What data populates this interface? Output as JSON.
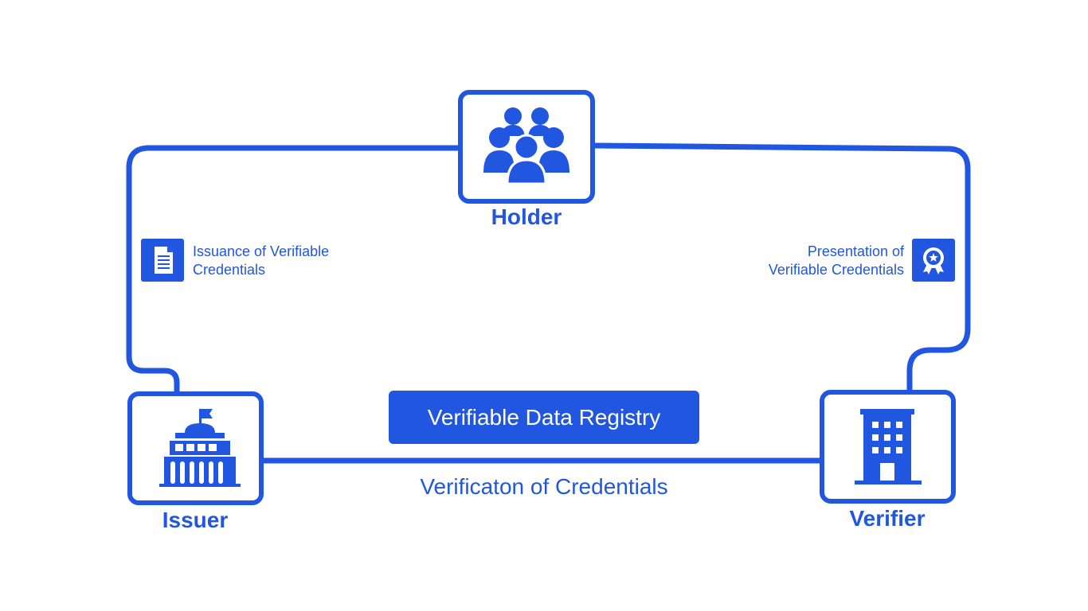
{
  "nodes": {
    "holder": {
      "label": "Holder",
      "icon": "users-group-icon"
    },
    "issuer": {
      "label": "Issuer",
      "icon": "government-building-icon"
    },
    "verifier": {
      "label": "Verifier",
      "icon": "office-building-icon"
    }
  },
  "edges": {
    "issuance": {
      "line1": "Issuance of Verifiable",
      "line2": "Credentials",
      "icon": "document-icon"
    },
    "presentation": {
      "line1": "Presentation of",
      "line2": "Verifiable Credentials",
      "icon": "certificate-badge-icon"
    },
    "verification": {
      "label": "Verificaton of Credentials"
    }
  },
  "registry": {
    "label": "Verifiable Data Registry"
  },
  "colors": {
    "accent": "#2056e0",
    "background": "#ffffff"
  }
}
